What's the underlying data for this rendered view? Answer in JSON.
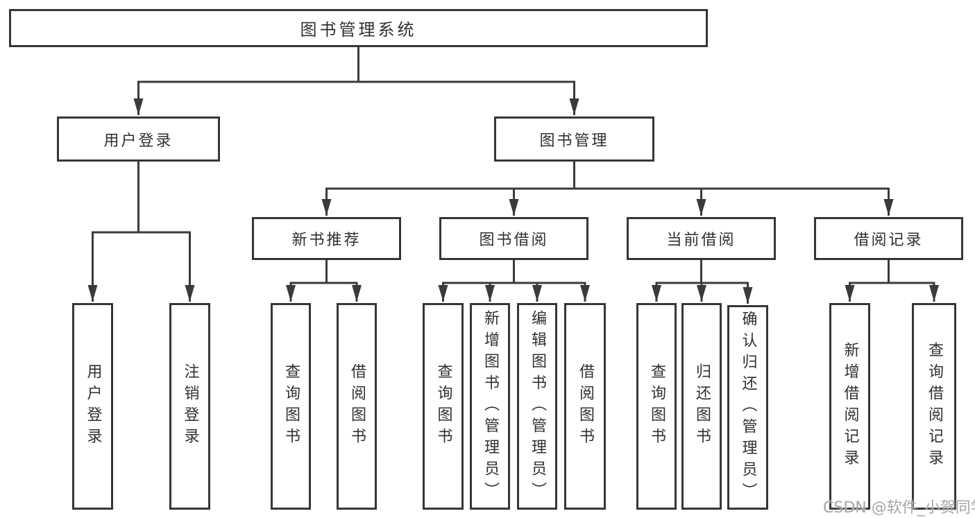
{
  "diagram": {
    "title": "图书管理系统",
    "user_login_branch": {
      "label": "用户登录",
      "children": [
        "用户登录",
        "注销登录"
      ]
    },
    "book_mgmt_branch": {
      "label": "图书管理",
      "modules": [
        {
          "label": "新书推荐",
          "children": [
            "查询图书",
            "借阅图书"
          ]
        },
        {
          "label": "图书借阅",
          "children": [
            "查询图书",
            "新增图书（管理员）",
            "编辑图书（管理员）",
            "借阅图书"
          ]
        },
        {
          "label": "当前借阅",
          "children": [
            "查询图书",
            "归还图书",
            "确认归还（管理员）"
          ]
        },
        {
          "label": "借阅记录",
          "children": [
            "新增借阅记录",
            "查询借阅记录"
          ]
        }
      ]
    }
  },
  "watermark": {
    "text": "CSDN @软件_小贺同学",
    "color": "#a6a6a6"
  },
  "colors": {
    "line": "#3a3a3a",
    "node_border": "#363636",
    "text": "#303030",
    "background": "#ffffff"
  }
}
